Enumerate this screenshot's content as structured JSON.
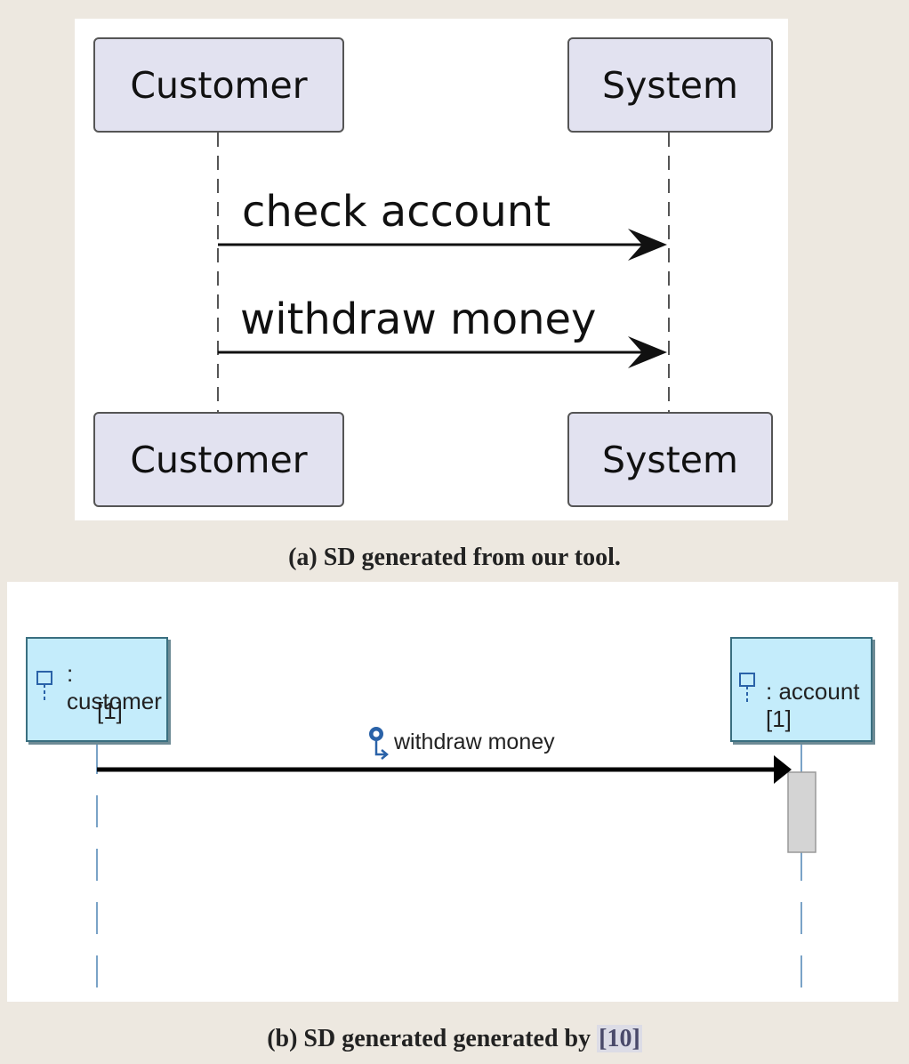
{
  "panel_a": {
    "participants_top": [
      "Customer",
      "System"
    ],
    "participants_bottom": [
      "Customer",
      "System"
    ],
    "messages": [
      "check account",
      "withdraw money"
    ],
    "caption": "(a) SD generated from our tool."
  },
  "panel_b": {
    "participants": [
      {
        "name": ": customer",
        "multiplicity": "[1]"
      },
      {
        "name": ": account [1]"
      }
    ],
    "message": "withdraw money",
    "caption_text": "(b) SD generated generated by ",
    "caption_ref": "[10]"
  }
}
